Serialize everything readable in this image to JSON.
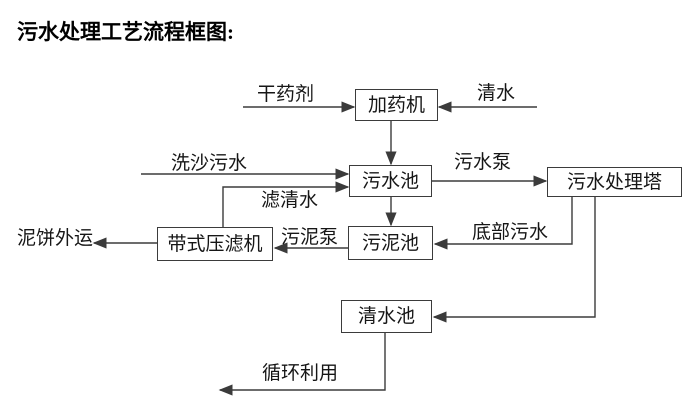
{
  "title": "污水处理工艺流程框图:",
  "colors": {
    "line": "#3b3b3b",
    "text": "#161616",
    "background": "#ffffff"
  },
  "diagram": {
    "nodes": [
      {
        "id": "dosing-machine",
        "label": "加药机"
      },
      {
        "id": "sewage-pool",
        "label": "污水池"
      },
      {
        "id": "treatment-tower",
        "label": "污水处理塔"
      },
      {
        "id": "sludge-pool",
        "label": "污泥池"
      },
      {
        "id": "belt-filter-press",
        "label": "带式压滤机"
      },
      {
        "id": "clean-water-pool",
        "label": "清水池"
      }
    ],
    "edges": [
      {
        "from": "external",
        "to": "dosing-machine",
        "label": "干药剂"
      },
      {
        "from": "external",
        "to": "dosing-machine",
        "label": "清水"
      },
      {
        "from": "dosing-machine",
        "to": "sewage-pool",
        "label": ""
      },
      {
        "from": "external",
        "to": "sewage-pool",
        "label": "洗沙污水"
      },
      {
        "from": "belt-filter-press",
        "to": "sewage-pool",
        "label": "滤清水"
      },
      {
        "from": "sewage-pool",
        "to": "treatment-tower",
        "label": "污水泵"
      },
      {
        "from": "sewage-pool",
        "to": "sludge-pool",
        "label": ""
      },
      {
        "from": "treatment-tower",
        "to": "sludge-pool",
        "label": "底部污水"
      },
      {
        "from": "sludge-pool",
        "to": "belt-filter-press",
        "label": "污泥泵"
      },
      {
        "from": "belt-filter-press",
        "to": "external",
        "label": "泥饼外运"
      },
      {
        "from": "treatment-tower",
        "to": "clean-water-pool",
        "label": ""
      },
      {
        "from": "clean-water-pool",
        "to": "external",
        "label": "循环利用"
      }
    ]
  }
}
